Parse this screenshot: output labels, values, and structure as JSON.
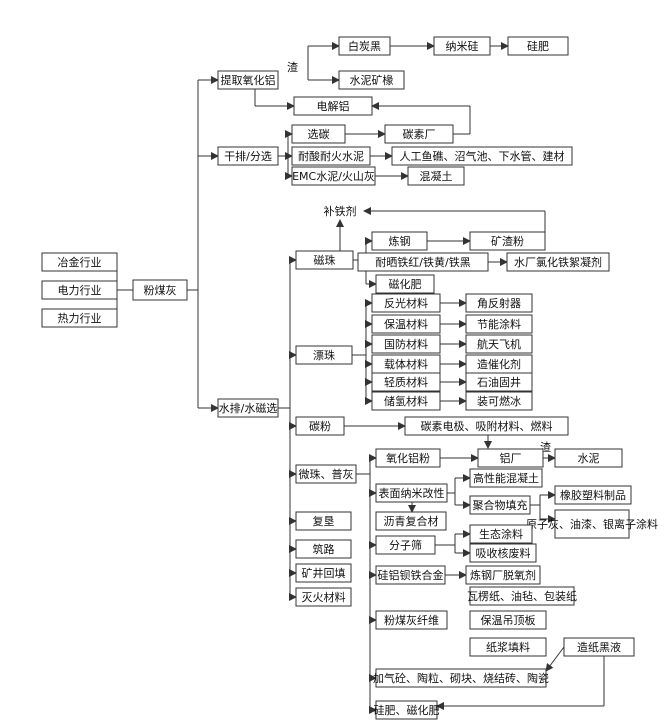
{
  "industries": [
    "冶金行业",
    "电力行业",
    "热力行业"
  ],
  "root": "粉煤灰",
  "extract_alumina": {
    "label": "提取氧化铝",
    "slag_note": "渣",
    "chain": [
      "白炭黑",
      "纳米硅",
      "硅肥"
    ],
    "cement_clinker": "水泥矿椽"
  },
  "electrolytic_aluminum": "电解铝",
  "dry_sort": {
    "label": "干排/分选",
    "carbon_sort": "选碳",
    "carbon_plant": "碳素厂",
    "acid_cement": "耐酸耐火水泥",
    "acid_cement_uses": "人工鱼礁、沼气池、下水管、建材",
    "emc": "EMC水泥/火山灰",
    "concrete": "混凝土"
  },
  "iron_supplement": "补铁剂",
  "wet_sort": {
    "label": "水排/水磁选",
    "magnetic_beads": {
      "label": "磁珠",
      "steelmaking": "炼钢",
      "slag_powder": "矿渣粉",
      "pigments": "耐晒铁红/铁黄/铁黑",
      "flocculant": "水厂氯化铁絮凝剂",
      "magnetic_fertilizer": "磁化肥"
    },
    "floating_beads": {
      "label": "漂珠",
      "pairs": [
        [
          "反光材料",
          "角反射器"
        ],
        [
          "保温材料",
          "节能涂料"
        ],
        [
          "国防材料",
          "航天飞机"
        ],
        [
          "载体材料",
          "造催化剂"
        ],
        [
          "轻质材料",
          "石油固井"
        ],
        [
          "储氢材料",
          "装可燃冰"
        ]
      ]
    },
    "carbon_powder": {
      "label": "碳粉",
      "uses": "碳素电极、吸附材料、燃料",
      "aluminum_plant": "铝厂",
      "slag_note": "渣",
      "cement": "水泥"
    },
    "micro_beads": {
      "label": "微珠、普灰",
      "alumina_powder": "氧化铝粉",
      "surface_nano": "表面纳米改性",
      "high_perf_concrete": "高性能混凝土",
      "polymer_filler": "聚合物填充",
      "rubber_plastic": "橡胶塑料制品",
      "asphalt_composite": "沥青复合材",
      "coatings": "原子灰、油漆、银离子涂料",
      "molecular_sieve": "分子筛",
      "eco_coating": "生态涂料",
      "nuclear_waste": "吸收核废料",
      "silicon_alloy": "硅铝钡铁合金",
      "deoxidizer": "炼钢厂脱氧剂",
      "fiber": "粉煤灰纤维",
      "fiber_products": [
        "瓦楞纸、油毡、包装纸",
        "保温吊顶板",
        "纸浆填料"
      ],
      "black_liquor": "造纸黑液",
      "building_materials": "加气砼、陶粒、砌块、烧结砖、陶瓷",
      "silicon_fertilizer": "硅肥、磁化肥"
    },
    "others": [
      "复垦",
      "筑路",
      "矿井回填",
      "灭火材料"
    ]
  }
}
